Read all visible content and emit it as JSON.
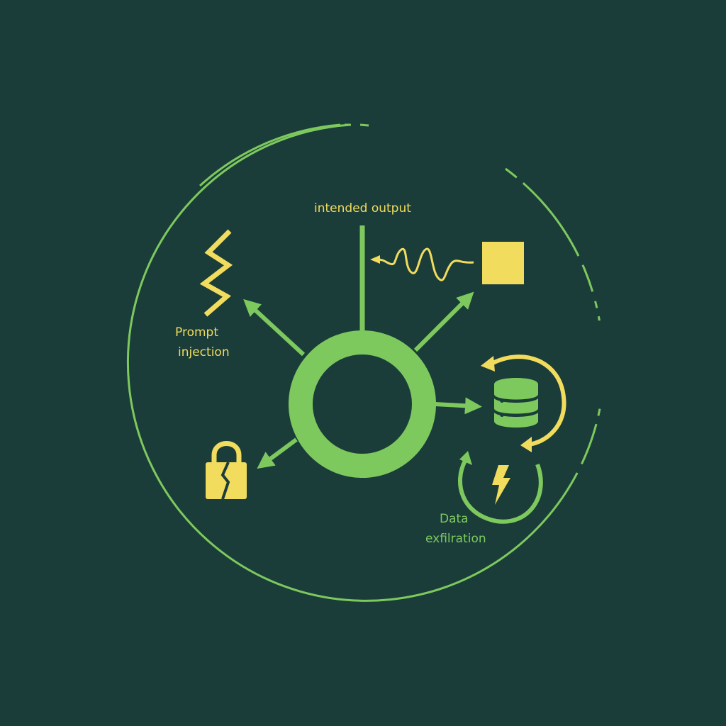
{
  "labels": {
    "intended_output": "intended output",
    "prompt_injection": [
      "Prompt",
      "injection"
    ],
    "data_exfiltration": [
      "Data",
      "exfilration"
    ]
  },
  "colors": {
    "background": "#1b3d3a",
    "green": "#7dc95e",
    "yellow": "#f2dc5d"
  },
  "icons": [
    "zigzag-icon",
    "waveform-icon",
    "square-icon",
    "database-icon",
    "lightning-bolt-icon",
    "broken-lock-icon",
    "cycle-arrows-icon"
  ]
}
